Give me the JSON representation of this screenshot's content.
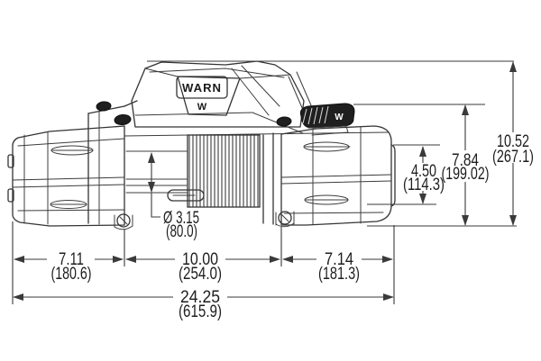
{
  "drawing": {
    "brand_logo": "WARN",
    "logo_mark": "W",
    "clutch_mark": "W",
    "line_color": "#343434",
    "background": "#ffffff"
  },
  "dims": {
    "motor_width": {
      "in": "7.11",
      "mm": "(180.6)"
    },
    "drum_width": {
      "in": "10.00",
      "mm": "(254.0)"
    },
    "gear_width": {
      "in": "7.14",
      "mm": "(181.3)"
    },
    "overall_width": {
      "in": "24.25",
      "mm": "(615.9)"
    },
    "drum_diameter": {
      "in": "Ø 3.15",
      "mm": "(80.0)"
    },
    "drum_height": {
      "in": "4.50",
      "mm": "(114.3)"
    },
    "clutch_height": {
      "in": "7.84",
      "mm": "(199.02)"
    },
    "overall_height": {
      "in": "10.52",
      "mm": "(267.1)"
    }
  }
}
